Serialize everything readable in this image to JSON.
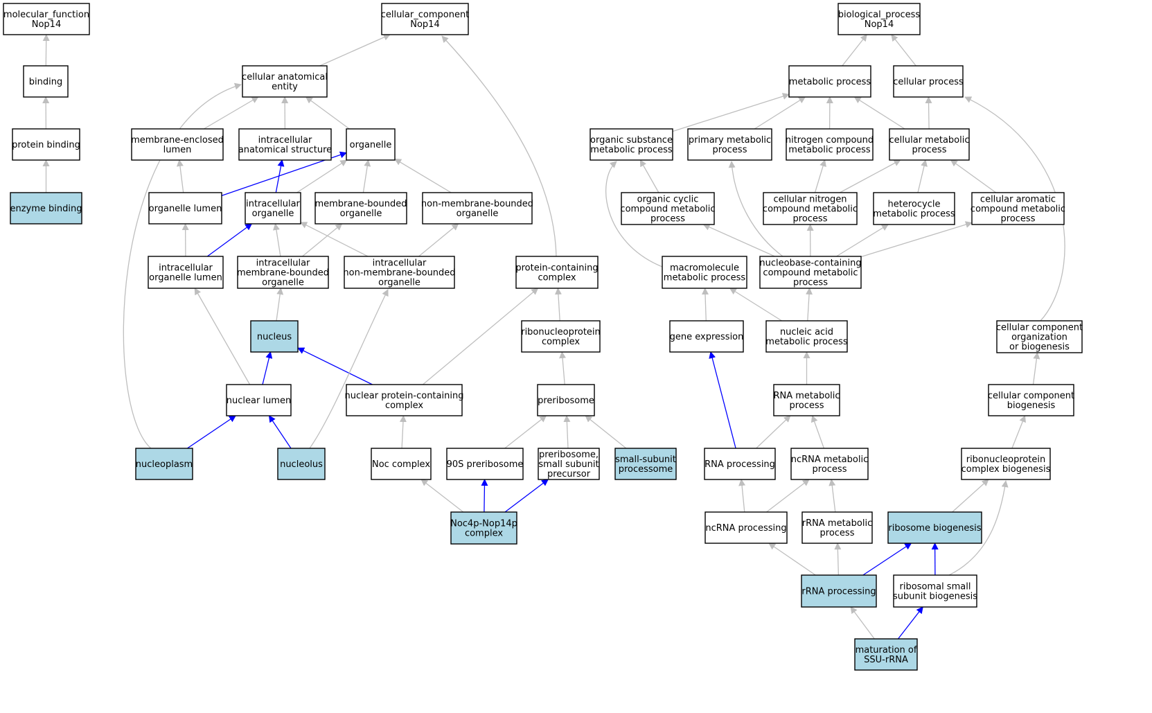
{
  "colors": {
    "highlight_fill": "#add8e6",
    "node_fill": "#ffffff",
    "edge_gray": "#bebebe",
    "edge_blue": "#0000ff"
  },
  "nodes": [
    {
      "id": "mf",
      "lines": [
        "molecular_function",
        "Nop14"
      ],
      "highlight": false
    },
    {
      "id": "binding",
      "lines": [
        "binding"
      ],
      "highlight": false
    },
    {
      "id": "protein_binding",
      "lines": [
        "protein binding"
      ],
      "highlight": false
    },
    {
      "id": "enzyme_binding",
      "lines": [
        "enzyme binding"
      ],
      "highlight": true
    },
    {
      "id": "cc",
      "lines": [
        "cellular_component",
        "Nop14"
      ],
      "highlight": false
    },
    {
      "id": "cae",
      "lines": [
        "cellular anatomical",
        "entity"
      ],
      "highlight": false
    },
    {
      "id": "mel",
      "lines": [
        "membrane-enclosed",
        "lumen"
      ],
      "highlight": false
    },
    {
      "id": "ias",
      "lines": [
        "intracellular",
        "anatomical structure"
      ],
      "highlight": false
    },
    {
      "id": "organelle",
      "lines": [
        "organelle"
      ],
      "highlight": false
    },
    {
      "id": "organelle_lumen",
      "lines": [
        "organelle lumen"
      ],
      "highlight": false
    },
    {
      "id": "io",
      "lines": [
        "intracellular",
        "organelle"
      ],
      "highlight": false
    },
    {
      "id": "mbo",
      "lines": [
        "membrane-bounded",
        "organelle"
      ],
      "highlight": false
    },
    {
      "id": "nmbo",
      "lines": [
        "non-membrane-bounded",
        "organelle"
      ],
      "highlight": false
    },
    {
      "id": "iol",
      "lines": [
        "intracellular",
        "organelle lumen"
      ],
      "highlight": false
    },
    {
      "id": "imbo",
      "lines": [
        "intracellular",
        "membrane-bounded",
        "organelle"
      ],
      "highlight": false
    },
    {
      "id": "inmbo",
      "lines": [
        "intracellular",
        "non-membrane-bounded",
        "organelle"
      ],
      "highlight": false
    },
    {
      "id": "pcc",
      "lines": [
        "protein-containing",
        "complex"
      ],
      "highlight": false
    },
    {
      "id": "nucleus",
      "lines": [
        "nucleus"
      ],
      "highlight": true
    },
    {
      "id": "rnp_complex",
      "lines": [
        "ribonucleoprotein",
        "complex"
      ],
      "highlight": false
    },
    {
      "id": "nuclear_lumen",
      "lines": [
        "nuclear lumen"
      ],
      "highlight": false
    },
    {
      "id": "npcc",
      "lines": [
        "nuclear protein-containing",
        "complex"
      ],
      "highlight": false
    },
    {
      "id": "preribosome",
      "lines": [
        "preribosome"
      ],
      "highlight": false
    },
    {
      "id": "nucleoplasm",
      "lines": [
        "nucleoplasm"
      ],
      "highlight": true
    },
    {
      "id": "nucleolus",
      "lines": [
        "nucleolus"
      ],
      "highlight": true
    },
    {
      "id": "noc",
      "lines": [
        "Noc complex"
      ],
      "highlight": false
    },
    {
      "id": "p90s",
      "lines": [
        "90S preribosome"
      ],
      "highlight": false
    },
    {
      "id": "pssp",
      "lines": [
        "preribosome,",
        "small subunit",
        "precursor"
      ],
      "highlight": false
    },
    {
      "id": "ssup",
      "lines": [
        "small-subunit",
        "processome"
      ],
      "highlight": true
    },
    {
      "id": "noc4p",
      "lines": [
        "Noc4p-Nop14p",
        "complex"
      ],
      "highlight": true
    },
    {
      "id": "bp",
      "lines": [
        "biological_process",
        "Nop14"
      ],
      "highlight": false
    },
    {
      "id": "metabolic",
      "lines": [
        "metabolic process"
      ],
      "highlight": false
    },
    {
      "id": "cellular_process",
      "lines": [
        "cellular process"
      ],
      "highlight": false
    },
    {
      "id": "osmp",
      "lines": [
        "organic substance",
        "metabolic process"
      ],
      "highlight": false
    },
    {
      "id": "pmp",
      "lines": [
        "primary metabolic",
        "process"
      ],
      "highlight": false
    },
    {
      "id": "ncmp",
      "lines": [
        "nitrogen compound",
        "metabolic process"
      ],
      "highlight": false
    },
    {
      "id": "cmp",
      "lines": [
        "cellular metabolic",
        "process"
      ],
      "highlight": false
    },
    {
      "id": "occmp",
      "lines": [
        "organic cyclic",
        "compound metabolic",
        "process"
      ],
      "highlight": false
    },
    {
      "id": "cncmp",
      "lines": [
        "cellular nitrogen",
        "compound metabolic",
        "process"
      ],
      "highlight": false
    },
    {
      "id": "hmp",
      "lines": [
        "heterocycle",
        "metabolic process"
      ],
      "highlight": false
    },
    {
      "id": "cacmp",
      "lines": [
        "cellular aromatic",
        "compound metabolic",
        "process"
      ],
      "highlight": false
    },
    {
      "id": "mmp",
      "lines": [
        "macromolecule",
        "metabolic process"
      ],
      "highlight": false
    },
    {
      "id": "nbcmp",
      "lines": [
        "nucleobase-containing",
        "compound metabolic",
        "process"
      ],
      "highlight": false
    },
    {
      "id": "gene_expression",
      "lines": [
        "gene expression"
      ],
      "highlight": false
    },
    {
      "id": "namp",
      "lines": [
        "nucleic acid",
        "metabolic process"
      ],
      "highlight": false
    },
    {
      "id": "ccob",
      "lines": [
        "cellular component",
        "organization",
        "or biogenesis"
      ],
      "highlight": false
    },
    {
      "id": "rmp",
      "lines": [
        "RNA metabolic",
        "process"
      ],
      "highlight": false
    },
    {
      "id": "ccb",
      "lines": [
        "cellular component",
        "biogenesis"
      ],
      "highlight": false
    },
    {
      "id": "rna_processing",
      "lines": [
        "RNA processing"
      ],
      "highlight": false
    },
    {
      "id": "ncrna_mp",
      "lines": [
        "ncRNA metabolic",
        "process"
      ],
      "highlight": false
    },
    {
      "id": "rnpcb",
      "lines": [
        "ribonucleoprotein",
        "complex biogenesis"
      ],
      "highlight": false
    },
    {
      "id": "ncrna_processing",
      "lines": [
        "ncRNA processing"
      ],
      "highlight": false
    },
    {
      "id": "rrna_mp",
      "lines": [
        "rRNA metabolic",
        "process"
      ],
      "highlight": false
    },
    {
      "id": "ribosome_biogenesis",
      "lines": [
        "ribosome biogenesis"
      ],
      "highlight": true
    },
    {
      "id": "rrna_processing",
      "lines": [
        "rRNA processing"
      ],
      "highlight": true
    },
    {
      "id": "rssb",
      "lines": [
        "ribosomal small",
        "subunit biogenesis"
      ],
      "highlight": false
    },
    {
      "id": "maturation",
      "lines": [
        "maturation of",
        "SSU-rRNA"
      ],
      "highlight": true
    }
  ],
  "edges": [
    {
      "from": "binding",
      "to": "mf",
      "color": "gray"
    },
    {
      "from": "protein_binding",
      "to": "binding",
      "color": "gray"
    },
    {
      "from": "enzyme_binding",
      "to": "protein_binding",
      "color": "gray"
    },
    {
      "from": "cae",
      "to": "cc",
      "color": "gray"
    },
    {
      "from": "pcc",
      "to": "cc",
      "color": "gray"
    },
    {
      "from": "mel",
      "to": "cae",
      "color": "gray"
    },
    {
      "from": "ias",
      "to": "cae",
      "color": "gray"
    },
    {
      "from": "organelle",
      "to": "cae",
      "color": "gray"
    },
    {
      "from": "nucleoplasm",
      "to": "cae",
      "color": "gray"
    },
    {
      "from": "organelle_lumen",
      "to": "mel",
      "color": "gray"
    },
    {
      "from": "organelle_lumen",
      "to": "organelle",
      "color": "blue"
    },
    {
      "from": "io",
      "to": "ias",
      "color": "blue"
    },
    {
      "from": "io",
      "to": "organelle",
      "color": "gray"
    },
    {
      "from": "mbo",
      "to": "organelle",
      "color": "gray"
    },
    {
      "from": "nmbo",
      "to": "organelle",
      "color": "gray"
    },
    {
      "from": "iol",
      "to": "organelle_lumen",
      "color": "gray"
    },
    {
      "from": "iol",
      "to": "io",
      "color": "blue"
    },
    {
      "from": "imbo",
      "to": "io",
      "color": "gray"
    },
    {
      "from": "imbo",
      "to": "mbo",
      "color": "gray"
    },
    {
      "from": "inmbo",
      "to": "io",
      "color": "gray"
    },
    {
      "from": "inmbo",
      "to": "nmbo",
      "color": "gray"
    },
    {
      "from": "nucleus",
      "to": "imbo",
      "color": "gray"
    },
    {
      "from": "nuclear_lumen",
      "to": "iol",
      "color": "gray"
    },
    {
      "from": "nuclear_lumen",
      "to": "nucleus",
      "color": "blue"
    },
    {
      "from": "npcc",
      "to": "nucleus",
      "color": "blue"
    },
    {
      "from": "npcc",
      "to": "pcc",
      "color": "gray"
    },
    {
      "from": "rnp_complex",
      "to": "pcc",
      "color": "gray"
    },
    {
      "from": "preribosome",
      "to": "rnp_complex",
      "color": "gray"
    },
    {
      "from": "nucleoplasm",
      "to": "nuclear_lumen",
      "color": "blue"
    },
    {
      "from": "nucleolus",
      "to": "nuclear_lumen",
      "color": "blue"
    },
    {
      "from": "nucleolus",
      "to": "inmbo",
      "color": "gray"
    },
    {
      "from": "noc",
      "to": "npcc",
      "color": "gray"
    },
    {
      "from": "p90s",
      "to": "preribosome",
      "color": "gray"
    },
    {
      "from": "pssp",
      "to": "preribosome",
      "color": "gray"
    },
    {
      "from": "ssup",
      "to": "preribosome",
      "color": "gray"
    },
    {
      "from": "noc4p",
      "to": "noc",
      "color": "gray"
    },
    {
      "from": "noc4p",
      "to": "p90s",
      "color": "blue"
    },
    {
      "from": "noc4p",
      "to": "pssp",
      "color": "blue"
    },
    {
      "from": "metabolic",
      "to": "bp",
      "color": "gray"
    },
    {
      "from": "cellular_process",
      "to": "bp",
      "color": "gray"
    },
    {
      "from": "osmp",
      "to": "metabolic",
      "color": "gray"
    },
    {
      "from": "pmp",
      "to": "metabolic",
      "color": "gray"
    },
    {
      "from": "ncmp",
      "to": "metabolic",
      "color": "gray"
    },
    {
      "from": "cmp",
      "to": "metabolic",
      "color": "gray"
    },
    {
      "from": "cmp",
      "to": "cellular_process",
      "color": "gray"
    },
    {
      "from": "ccob",
      "to": "cellular_process",
      "color": "gray"
    },
    {
      "from": "occmp",
      "to": "osmp",
      "color": "gray"
    },
    {
      "from": "mmp",
      "to": "osmp",
      "color": "gray"
    },
    {
      "from": "nbcmp",
      "to": "pmp",
      "color": "gray"
    },
    {
      "from": "cncmp",
      "to": "ncmp",
      "color": "gray"
    },
    {
      "from": "cncmp",
      "to": "cmp",
      "color": "gray"
    },
    {
      "from": "hmp",
      "to": "cmp",
      "color": "gray"
    },
    {
      "from": "cacmp",
      "to": "cmp",
      "color": "gray"
    },
    {
      "from": "nbcmp",
      "to": "occmp",
      "color": "gray"
    },
    {
      "from": "nbcmp",
      "to": "cncmp",
      "color": "gray"
    },
    {
      "from": "nbcmp",
      "to": "hmp",
      "color": "gray"
    },
    {
      "from": "nbcmp",
      "to": "cacmp",
      "color": "gray"
    },
    {
      "from": "gene_expression",
      "to": "mmp",
      "color": "gray"
    },
    {
      "from": "namp",
      "to": "mmp",
      "color": "gray"
    },
    {
      "from": "namp",
      "to": "nbcmp",
      "color": "gray"
    },
    {
      "from": "rmp",
      "to": "namp",
      "color": "gray"
    },
    {
      "from": "rna_processing",
      "to": "gene_expression",
      "color": "blue"
    },
    {
      "from": "rna_processing",
      "to": "rmp",
      "color": "gray"
    },
    {
      "from": "ncrna_mp",
      "to": "rmp",
      "color": "gray"
    },
    {
      "from": "ccb",
      "to": "ccob",
      "color": "gray"
    },
    {
      "from": "rnpcb",
      "to": "ccb",
      "color": "gray"
    },
    {
      "from": "ncrna_processing",
      "to": "rna_processing",
      "color": "gray"
    },
    {
      "from": "ncrna_processing",
      "to": "ncrna_mp",
      "color": "gray"
    },
    {
      "from": "rrna_mp",
      "to": "ncrna_mp",
      "color": "gray"
    },
    {
      "from": "ribosome_biogenesis",
      "to": "rnpcb",
      "color": "gray"
    },
    {
      "from": "rssb",
      "to": "rnpcb",
      "color": "gray"
    },
    {
      "from": "rrna_processing",
      "to": "ncrna_processing",
      "color": "gray"
    },
    {
      "from": "rrna_processing",
      "to": "rrna_mp",
      "color": "gray"
    },
    {
      "from": "rrna_processing",
      "to": "ribosome_biogenesis",
      "color": "blue"
    },
    {
      "from": "rssb",
      "to": "ribosome_biogenesis",
      "color": "blue"
    },
    {
      "from": "maturation",
      "to": "rrna_processing",
      "color": "gray"
    },
    {
      "from": "maturation",
      "to": "rssb",
      "color": "blue"
    }
  ]
}
